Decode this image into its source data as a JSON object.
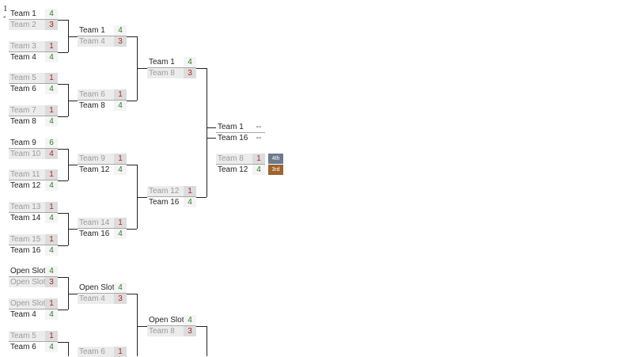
{
  "seed_marker": "1",
  "colors": {
    "win_score": "#2e7d1c",
    "lose_score": "#b22222",
    "loser_bg": "#ececec",
    "badge_4th": "#6b7a8f",
    "badge_3rd": "#a0622e",
    "connector": "#222222"
  },
  "rounds": [
    {
      "matches": [
        {
          "teams": [
            {
              "name": "Team 1",
              "score": "4",
              "result": "win"
            },
            {
              "name": "Team 2",
              "score": "3",
              "result": "lose"
            }
          ]
        },
        {
          "teams": [
            {
              "name": "Team 3",
              "score": "1",
              "result": "lose"
            },
            {
              "name": "Team 4",
              "score": "4",
              "result": "win"
            }
          ]
        },
        {
          "teams": [
            {
              "name": "Team 5",
              "score": "1",
              "result": "lose"
            },
            {
              "name": "Team 6",
              "score": "4",
              "result": "win"
            }
          ]
        },
        {
          "teams": [
            {
              "name": "Team 7",
              "score": "1",
              "result": "lose"
            },
            {
              "name": "Team 8",
              "score": "4",
              "result": "win"
            }
          ]
        },
        {
          "teams": [
            {
              "name": "Team 9",
              "score": "6",
              "result": "win"
            },
            {
              "name": "Team 10",
              "score": "4",
              "result": "lose"
            }
          ]
        },
        {
          "teams": [
            {
              "name": "Team 11",
              "score": "1",
              "result": "lose"
            },
            {
              "name": "Team 12",
              "score": "4",
              "result": "win"
            }
          ]
        },
        {
          "teams": [
            {
              "name": "Team 13",
              "score": "1",
              "result": "lose"
            },
            {
              "name": "Team 14",
              "score": "4",
              "result": "win"
            }
          ]
        },
        {
          "teams": [
            {
              "name": "Team 15",
              "score": "1",
              "result": "lose"
            },
            {
              "name": "Team 16",
              "score": "4",
              "result": "win"
            }
          ]
        },
        {
          "teams": [
            {
              "name": "Open Slot",
              "score": "4",
              "result": "win"
            },
            {
              "name": "Open Slot",
              "score": "3",
              "result": "lose"
            }
          ]
        },
        {
          "teams": [
            {
              "name": "Open Slot",
              "score": "1",
              "result": "lose"
            },
            {
              "name": "Team 4",
              "score": "4",
              "result": "win"
            }
          ]
        },
        {
          "teams": [
            {
              "name": "Team 5",
              "score": "1",
              "result": "lose"
            },
            {
              "name": "Team 6",
              "score": "4",
              "result": "win"
            }
          ]
        }
      ]
    },
    {
      "matches": [
        {
          "teams": [
            {
              "name": "Team 1",
              "score": "4",
              "result": "win"
            },
            {
              "name": "Team 4",
              "score": "3",
              "result": "lose"
            }
          ]
        },
        {
          "teams": [
            {
              "name": "Team 6",
              "score": "1",
              "result": "lose"
            },
            {
              "name": "Team 8",
              "score": "4",
              "result": "win"
            }
          ]
        },
        {
          "teams": [
            {
              "name": "Team 9",
              "score": "1",
              "result": "lose"
            },
            {
              "name": "Team 12",
              "score": "4",
              "result": "win"
            }
          ]
        },
        {
          "teams": [
            {
              "name": "Team 14",
              "score": "1",
              "result": "lose"
            },
            {
              "name": "Team 16",
              "score": "4",
              "result": "win"
            }
          ]
        },
        {
          "teams": [
            {
              "name": "Open Slot",
              "score": "4",
              "result": "win"
            },
            {
              "name": "Team 4",
              "score": "3",
              "result": "lose"
            }
          ]
        },
        {
          "teams": [
            {
              "name": "Team 6",
              "score": "1",
              "result": "lose"
            }
          ]
        }
      ]
    },
    {
      "matches": [
        {
          "teams": [
            {
              "name": "Team 1",
              "score": "4",
              "result": "win"
            },
            {
              "name": "Team 8",
              "score": "3",
              "result": "lose"
            }
          ]
        },
        {
          "teams": [
            {
              "name": "Team 12",
              "score": "1",
              "result": "lose"
            },
            {
              "name": "Team 16",
              "score": "4",
              "result": "win"
            }
          ]
        },
        {
          "teams": [
            {
              "name": "Open Slot",
              "score": "4",
              "result": "win"
            },
            {
              "name": "Team 8",
              "score": "3",
              "result": "lose"
            }
          ]
        }
      ]
    },
    {
      "matches": [
        {
          "teams": [
            {
              "name": "Team 1",
              "score": "--",
              "result": "none"
            },
            {
              "name": "Team 16",
              "score": "--",
              "result": "none"
            }
          ]
        },
        {
          "teams": [
            {
              "name": "Team 8",
              "score": "1",
              "result": "lose"
            },
            {
              "name": "Team 12",
              "score": "4",
              "result": "win"
            }
          ]
        }
      ]
    }
  ],
  "badges": [
    {
      "label": "4th",
      "color": "#6b7a8f"
    },
    {
      "label": "3rd",
      "color": "#a0622e"
    }
  ]
}
